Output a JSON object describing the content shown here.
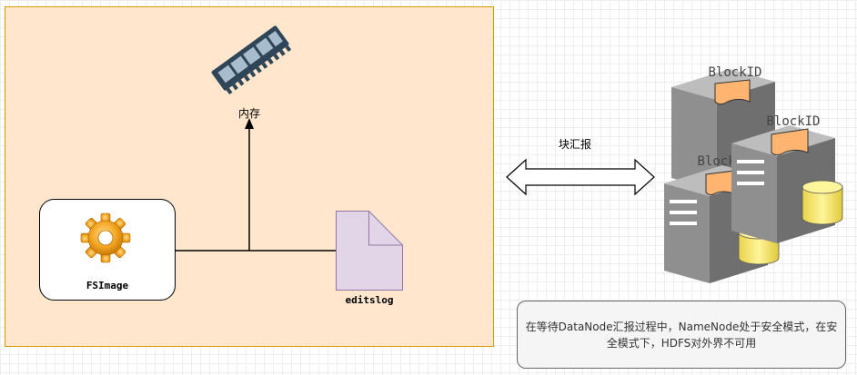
{
  "memory": {
    "label": "内存"
  },
  "fsimage": {
    "label": "FSImage"
  },
  "editslog": {
    "label": "editslog"
  },
  "block_report": {
    "label": "块汇报"
  },
  "block_ids": [
    "BlockID",
    "BlockID",
    "BlockID"
  ],
  "note": {
    "text": "在等待DataNode汇报过程中，NameNode处于安全模式，在安全模式下，HDFS对外界不可用"
  },
  "colors": {
    "namenode_fill": "#ffe6cc",
    "namenode_border": "#d79b00",
    "doc_fill": "#e1d5e7",
    "doc_border": "#9673a6",
    "server_body": "#999999",
    "server_dark": "#6f6f6f",
    "server_light": "#bdbdbd",
    "cylinder": "#ffef7a",
    "paper": "#ffb570"
  },
  "icons": [
    "memory-chip-icon",
    "gear-icon",
    "document-icon",
    "server-icon",
    "database-icon"
  ]
}
